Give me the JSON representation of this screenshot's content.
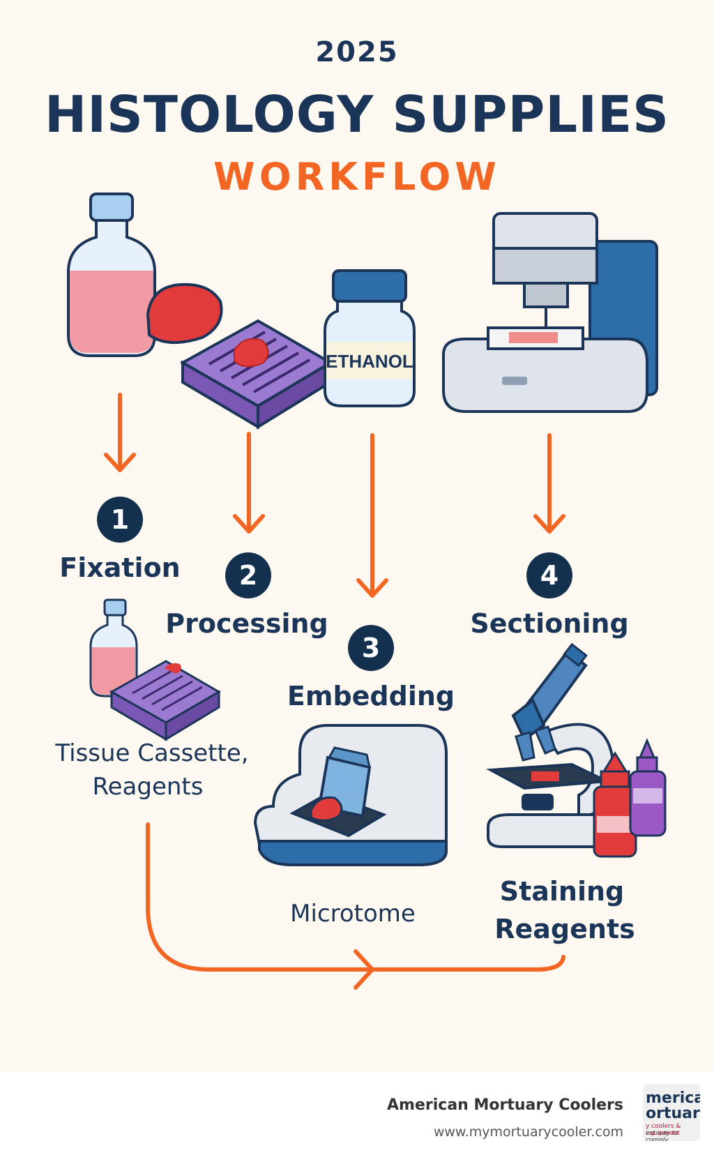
{
  "header": {
    "year": "2025",
    "title": "HISTOLOGY SUPPLIES",
    "subtitle": "WORKFLOW"
  },
  "illustrations": {
    "bottle_label": "ETHANOL"
  },
  "steps": [
    {
      "number": "1",
      "label": "Fixation"
    },
    {
      "number": "2",
      "label": "Processing"
    },
    {
      "number": "3",
      "label": "Embedding"
    },
    {
      "number": "4",
      "label": "Sectioning"
    }
  ],
  "items": {
    "cassette_reagents_line1": "Tissue Cassette,",
    "cassette_reagents_line2": "Reagents",
    "microtome": "Microtome",
    "staining_line1": "Staining",
    "staining_line2": "Reagents"
  },
  "footer": {
    "company": "American Mortuary Coolers",
    "url": "www.mymortuarycooler.com",
    "logo_line1": "merican",
    "logo_line2": "ortuary",
    "logo_line3": "y coolers & equipment",
    "logo_line4": "est way to comply"
  },
  "colors": {
    "navy": "#1b3558",
    "orange": "#f26522",
    "background": "#fdf8f0"
  }
}
